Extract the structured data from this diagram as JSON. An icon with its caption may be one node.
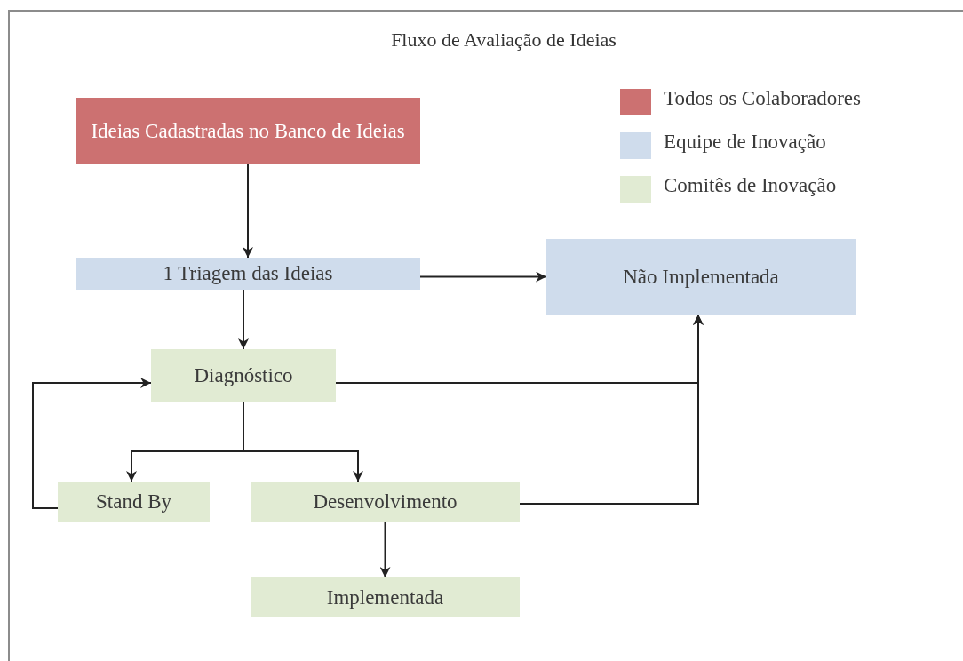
{
  "diagram": {
    "title": "Fluxo de Avaliação de Ideias",
    "nodes": [
      {
        "text": [
          "Ideias Cadastradas no Banco de Ideias"
        ]
      },
      {
        "text": [
          "1 Triagem das Ideias"
        ]
      },
      {
        "text": [
          "Não Implementada"
        ]
      },
      {
        "text": [
          "Diagnóstico"
        ]
      },
      {
        "text": [
          "Stand By"
        ]
      },
      {
        "text": [
          "Desenvolvimento"
        ]
      },
      {
        "text": [
          "Implementada"
        ]
      }
    ],
    "edges": [
      {
        "from": 0,
        "to": 1,
        "arrow": "to"
      },
      {
        "from": 1,
        "to": 2,
        "arrow": "to"
      },
      {
        "from": 1,
        "to": 3,
        "arrow": "to"
      },
      {
        "from": 3,
        "to": 2,
        "arrow": "to"
      },
      {
        "from": 3,
        "to": 4,
        "arrow": "to"
      },
      {
        "from": 3,
        "to": 5,
        "arrow": "to"
      },
      {
        "from": 4,
        "to": 3,
        "arrow": "to"
      },
      {
        "from": 5,
        "to": 2,
        "arrow": "to"
      },
      {
        "from": 5,
        "to": 6,
        "arrow": "to"
      }
    ],
    "legend": [
      {
        "text": "Todos os Colaboradores",
        "color": "#cc7171"
      },
      {
        "text": "Equipe de Inovação",
        "color": "#cfdcec"
      },
      {
        "text": "Comitês de Inovação",
        "color": "#e1ebd3"
      }
    ]
  }
}
